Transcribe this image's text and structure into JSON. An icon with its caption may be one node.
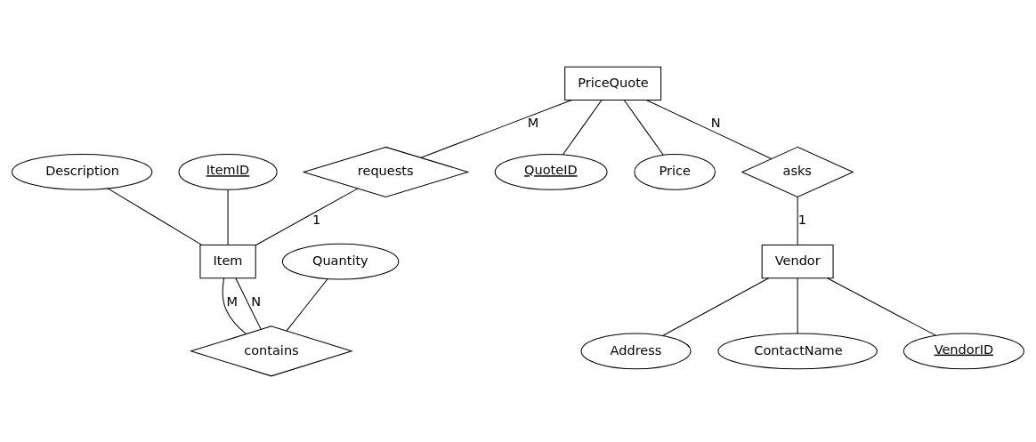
{
  "diagram": {
    "nodes": [
      {
        "text": [
          "Description"
        ]
      },
      {
        "text": [
          "ItemID"
        ]
      },
      {
        "text": [
          "PriceQuote"
        ]
      },
      {
        "text": [
          "requests"
        ]
      },
      {
        "text": [
          "Item"
        ]
      },
      {
        "text": [
          "QuoteID"
        ]
      },
      {
        "text": [
          "Price"
        ]
      },
      {
        "text": [
          "asks"
        ]
      },
      {
        "text": [
          "contains"
        ]
      },
      {
        "text": [
          "Quantity"
        ]
      },
      {
        "text": [
          "Address"
        ]
      },
      {
        "text": [
          "Vendor"
        ]
      },
      {
        "text": [
          "ContactName"
        ]
      },
      {
        "text": [
          "VendorID"
        ]
      }
    ],
    "edges": [
      {
        "from": 2,
        "to": 3,
        "arrow": "none",
        "label": "M"
      },
      {
        "from": 3,
        "to": 4,
        "arrow": "none",
        "label": "1"
      },
      {
        "from": 0,
        "to": 4,
        "arrow": "none"
      },
      {
        "from": 1,
        "to": 4,
        "arrow": "none"
      },
      {
        "from": 2,
        "to": 5,
        "arrow": "none"
      },
      {
        "from": 2,
        "to": 6,
        "arrow": "none"
      },
      {
        "from": 2,
        "to": 7,
        "arrow": "none",
        "label": "N"
      },
      {
        "from": 7,
        "to": 11,
        "arrow": "none",
        "label": "1"
      },
      {
        "from": 11,
        "to": 10,
        "arrow": "none"
      },
      {
        "from": 11,
        "to": 12,
        "arrow": "none"
      },
      {
        "from": 11,
        "to": 13,
        "arrow": "none"
      },
      {
        "from": 4,
        "to": 8,
        "arrow": "none",
        "label": "M"
      },
      {
        "from": 4,
        "to": 8,
        "arrow": "none",
        "label": "N"
      },
      {
        "from": 9,
        "to": 8,
        "arrow": "none"
      }
    ]
  }
}
